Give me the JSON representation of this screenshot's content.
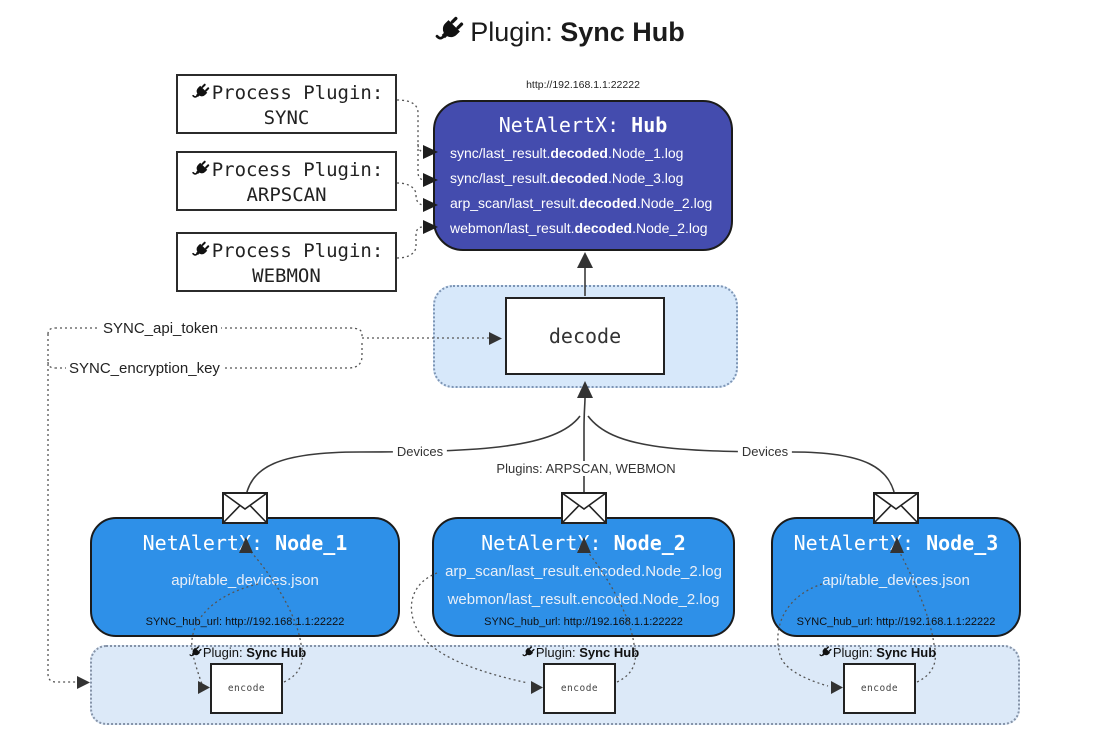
{
  "title": {
    "prefix": "Plugin:",
    "name": "Sync Hub"
  },
  "process_plugins": [
    {
      "label": "Process Plugin:",
      "name": "SYNC"
    },
    {
      "label": "Process Plugin:",
      "name": "ARPSCAN"
    },
    {
      "label": "Process Plugin:",
      "name": "WEBMON"
    }
  ],
  "hub": {
    "url": "http://192.168.1.1:22222",
    "title_prefix": "NetAlertX: ",
    "title_name": "Hub",
    "entries": [
      {
        "pre": "sync/last_result.",
        "bold": "decoded",
        "post": ".Node_1.log"
      },
      {
        "pre": "sync/last_result.",
        "bold": "decoded",
        "post": ".Node_3.log"
      },
      {
        "pre": "arp_scan/last_result.",
        "bold": "decoded",
        "post": ".Node_2.log"
      },
      {
        "pre": "webmon/last_result.",
        "bold": "decoded",
        "post": ".Node_2.log"
      }
    ]
  },
  "decode": {
    "label": "decode"
  },
  "config": {
    "api_token": "SYNC_api_token",
    "encryption_key": "SYNC_encryption_key"
  },
  "edges": {
    "left": "Devices",
    "middle": "Plugins: ARPSCAN, WEBMON",
    "right": "Devices"
  },
  "nodes": [
    {
      "title_prefix": "NetAlertX: ",
      "title_name": "Node_1",
      "files": [
        "api/table_devices.json"
      ],
      "hub_url": "SYNC_hub_url: http://192.168.1.1:22222"
    },
    {
      "title_prefix": "NetAlertX: ",
      "title_name": "Node_2",
      "files": [
        "arp_scan/last_result.encoded.Node_2.log",
        "webmon/last_result.encoded.Node_2.log"
      ],
      "hub_url": "SYNC_hub_url: http://192.168.1.1:22222"
    },
    {
      "title_prefix": "NetAlertX: ",
      "title_name": "Node_3",
      "files": [
        "api/table_devices.json"
      ],
      "hub_url": "SYNC_hub_url: http://192.168.1.1:22222"
    }
  ],
  "encoders": [
    {
      "plugin_prefix": "Plugin: ",
      "plugin_name": "Sync Hub",
      "label": "encode"
    },
    {
      "plugin_prefix": "Plugin: ",
      "plugin_name": "Sync Hub",
      "label": "encode"
    },
    {
      "plugin_prefix": "Plugin: ",
      "plugin_name": "Sync Hub",
      "label": "encode"
    }
  ],
  "colors": {
    "hub": "#444CAE",
    "node": "#2E90E8",
    "panel": "#D7E8FA",
    "panel2": "#DCE9F8",
    "line": "#3a3a3a"
  }
}
